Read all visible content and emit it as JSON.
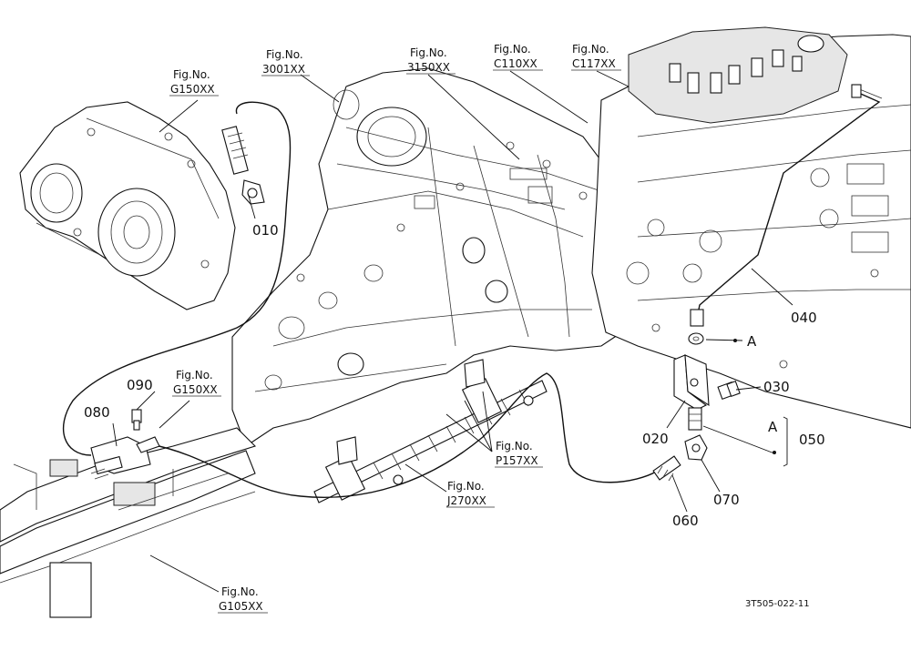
{
  "fig_refs": {
    "g150_top": {
      "line1": "Fig.No.",
      "line2": "G150XX"
    },
    "f3001": {
      "line1": "Fig.No.",
      "line2": "3001XX"
    },
    "f3150": {
      "line1": "Fig.No.",
      "line2": "3150XX"
    },
    "c110": {
      "line1": "Fig.No.",
      "line2": "C110XX"
    },
    "c117": {
      "line1": "Fig.No.",
      "line2": "C117XX"
    },
    "g150_left": {
      "line1": "Fig.No.",
      "line2": "G150XX"
    },
    "p157": {
      "line1": "Fig.No.",
      "line2": "P157XX"
    },
    "j270": {
      "line1": "Fig.No.",
      "line2": "J270XX"
    },
    "g105": {
      "line1": "Fig.No.",
      "line2": "G105XX"
    }
  },
  "part_numbers": {
    "p010": "010",
    "p020": "020",
    "p030": "030",
    "p040": "040",
    "p050": "050",
    "p060": "060",
    "p070": "070",
    "p080": "080",
    "p090": "090"
  },
  "markers": {
    "a1": "A",
    "a2": "A"
  },
  "drawing_code": "3T505-022-11"
}
